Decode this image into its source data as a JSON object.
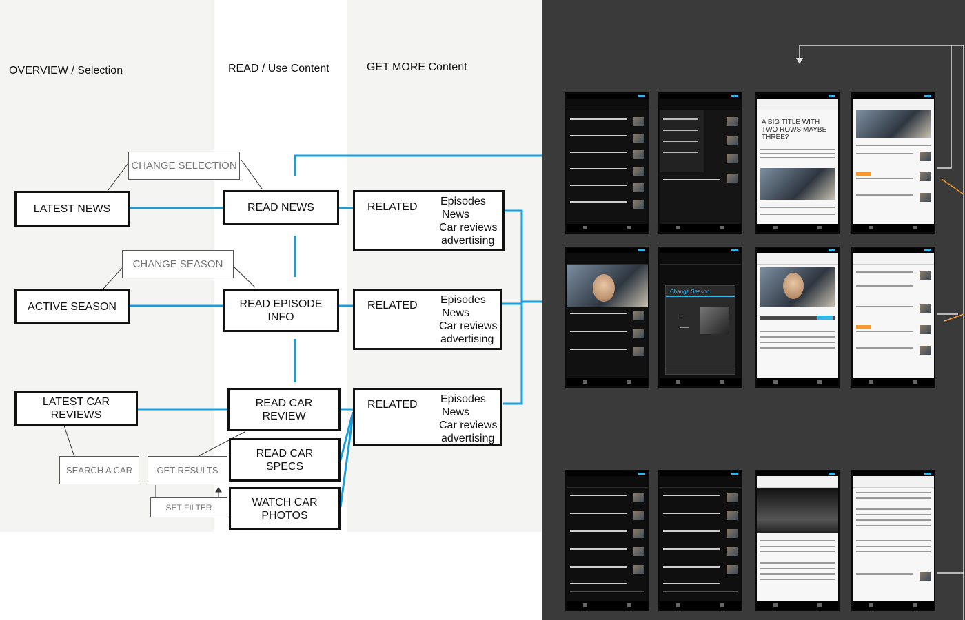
{
  "headers": {
    "overview": "OVERVIEW / Selection",
    "read": "READ / Use Content",
    "more": "GET MORE Content"
  },
  "overview": {
    "latest_news": "LATEST NEWS",
    "active_season": "ACTIVE SEASON",
    "latest_car_reviews": "LATEST CAR REVIEWS",
    "change_selection": "CHANGE SELECTION",
    "change_season": "CHANGE SEASON",
    "search_a_car": "SEARCH A CAR",
    "get_results": "GET RESULTS",
    "set_filter": "SET FILTER"
  },
  "read": {
    "read_news": "READ NEWS",
    "read_episode_info": "READ EPISODE\nINFO",
    "read_car_review": "READ CAR\nREVIEW",
    "read_car_specs": "READ CAR\nSPECS",
    "watch_car_photos": "WATCH CAR\nPHOTOS"
  },
  "related": [
    {
      "label": "RELATED",
      "items": [
        "Episodes",
        "News",
        "Car reviews",
        "advertising"
      ]
    },
    {
      "label": "RELATED",
      "items": [
        "Episodes",
        "News",
        "Car reviews",
        "advertising"
      ]
    },
    {
      "label": "RELATED",
      "items": [
        "Episodes",
        "News",
        "Car reviews",
        "advertising"
      ]
    }
  ],
  "mockups": {
    "big_title": "A BIG TITLE WITH\nTWO ROWS MAYBE\nTHREE?",
    "change_season_dialog": "Change Season"
  },
  "colors": {
    "connector_blue": "#1a9ddb",
    "dark_panel": "#3a3a3a",
    "left_panel": "#f4f4f2",
    "accent_orange": "#f39a33"
  }
}
